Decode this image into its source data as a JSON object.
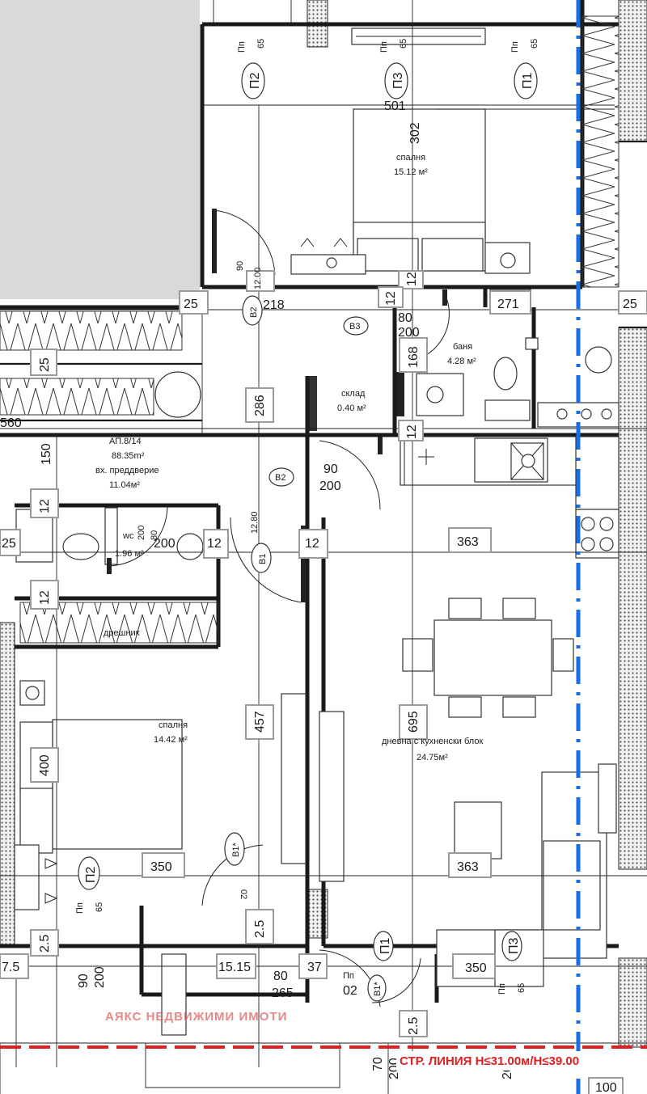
{
  "apartment": {
    "code": "АП.8/14",
    "area": "88.35m²"
  },
  "rooms": {
    "bedroom1": {
      "name": "спалня",
      "area": "15.12 м²"
    },
    "bathroom": {
      "name": "баня",
      "area": "4.28 м²"
    },
    "storage": {
      "name": "склад",
      "area": "0.40 м²"
    },
    "hall": {
      "name": "вх. преддверие",
      "area": "11.04м²"
    },
    "wc": {
      "name": "wc",
      "area": "1.96 м²"
    },
    "wardrobe": {
      "name": "дрешник"
    },
    "bedroom2": {
      "name": "спалня",
      "area": "14.42 м²"
    },
    "living": {
      "name": "дневна с кухненски блок",
      "area": "24.75м²"
    }
  },
  "dimensions": {
    "d501": "501",
    "d302": "302",
    "d218": "218",
    "d271": "271",
    "d25": "25",
    "d286": "286",
    "d168": "168",
    "d363": "363",
    "d457": "457",
    "d695": "695",
    "d400": "400",
    "d350": "350",
    "d12": "12",
    "d90": "90",
    "d200": "200",
    "d150": "150",
    "d560": "560",
    "d70": "70",
    "d100": "100",
    "d80": "80",
    "d265": "265",
    "d65": "65",
    "d02": "02",
    "d12_00": "12.00",
    "d1280": "12.80",
    "d37": "37",
    "d7_5": "7.5",
    "d15_15": "15.15",
    "d2_5": "2.5"
  },
  "tags": {
    "p1": "П1",
    "p2": "П2",
    "p3": "П3",
    "b1": "В1",
    "b1s": "В1*",
    "b2": "В2",
    "b3": "В3",
    "pp": "Пп"
  },
  "regulation_line": "СТР. ЛИНИЯ Н≤31.00м/Н≤39.00",
  "watermark": "АЯКС НЕДВИЖИМИ ИМОТИ",
  "colors": {
    "axis": "#1a6fe0",
    "regulation": "#e02020",
    "neighbor": "#d9d9d9"
  }
}
